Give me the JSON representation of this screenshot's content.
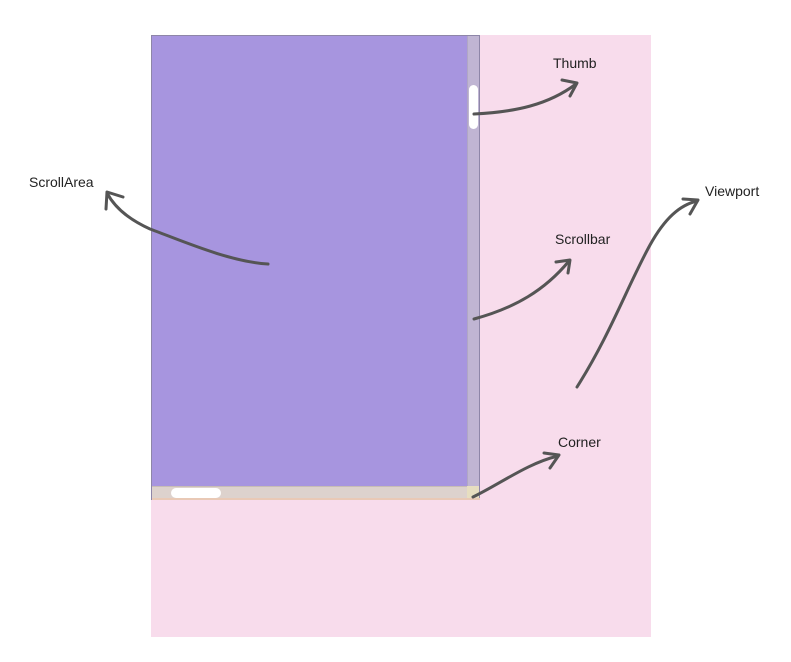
{
  "labels": {
    "thumb": "Thumb",
    "scroll_area": "ScrollArea",
    "viewport": "Viewport",
    "scrollbar": "Scrollbar",
    "corner": "Corner"
  },
  "colors": {
    "viewport": "#f8dcec",
    "scroll_area": "#a795df",
    "scrollbar": "#c0b5d3",
    "thumb": "#ffffff",
    "corner": "#e7dec0",
    "arrow": "#555555"
  }
}
